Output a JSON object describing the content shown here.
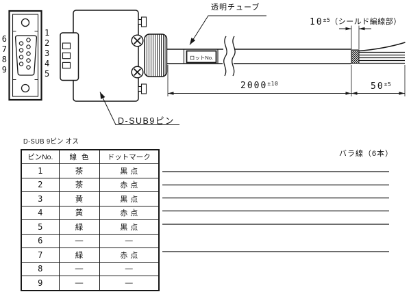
{
  "drawing": {
    "face_view": {
      "left_pin_labels": [
        "6",
        "7",
        "8",
        "9"
      ],
      "right_pin_labels": [
        "1",
        "2",
        "3",
        "4",
        "5"
      ]
    },
    "labels": {
      "transparent_tube": "透明チューブ",
      "lot_no": "ロットNo.",
      "connector": "D-SUB9ピン",
      "loose_wires": "バラ線（6本）"
    },
    "dimensions": {
      "shield_section": {
        "value": "10",
        "tolerance": "±5",
        "note": "（シールド編線部）"
      },
      "cable_length": {
        "value": "2000",
        "tolerance": "±10"
      },
      "strip_length": {
        "value": "50",
        "tolerance": "±5"
      }
    }
  },
  "pin_table": {
    "title": "D-SUB 9ピン オス",
    "headers": [
      "ピンNo.",
      "線色",
      "ドットマーク"
    ],
    "rows": [
      {
        "pin": "1",
        "color": "茶",
        "mark": "黒点"
      },
      {
        "pin": "2",
        "color": "茶",
        "mark": "赤点"
      },
      {
        "pin": "3",
        "color": "黄",
        "mark": "黒点"
      },
      {
        "pin": "4",
        "color": "黄",
        "mark": "赤点"
      },
      {
        "pin": "5",
        "color": "緑",
        "mark": "黒点"
      },
      {
        "pin": "6",
        "color": "―",
        "mark": "―"
      },
      {
        "pin": "7",
        "color": "緑",
        "mark": "赤点"
      },
      {
        "pin": "8",
        "color": "―",
        "mark": "―"
      },
      {
        "pin": "9",
        "color": "―",
        "mark": "―"
      }
    ]
  },
  "colors": {
    "line": "#161616",
    "background": "#ffffff"
  }
}
